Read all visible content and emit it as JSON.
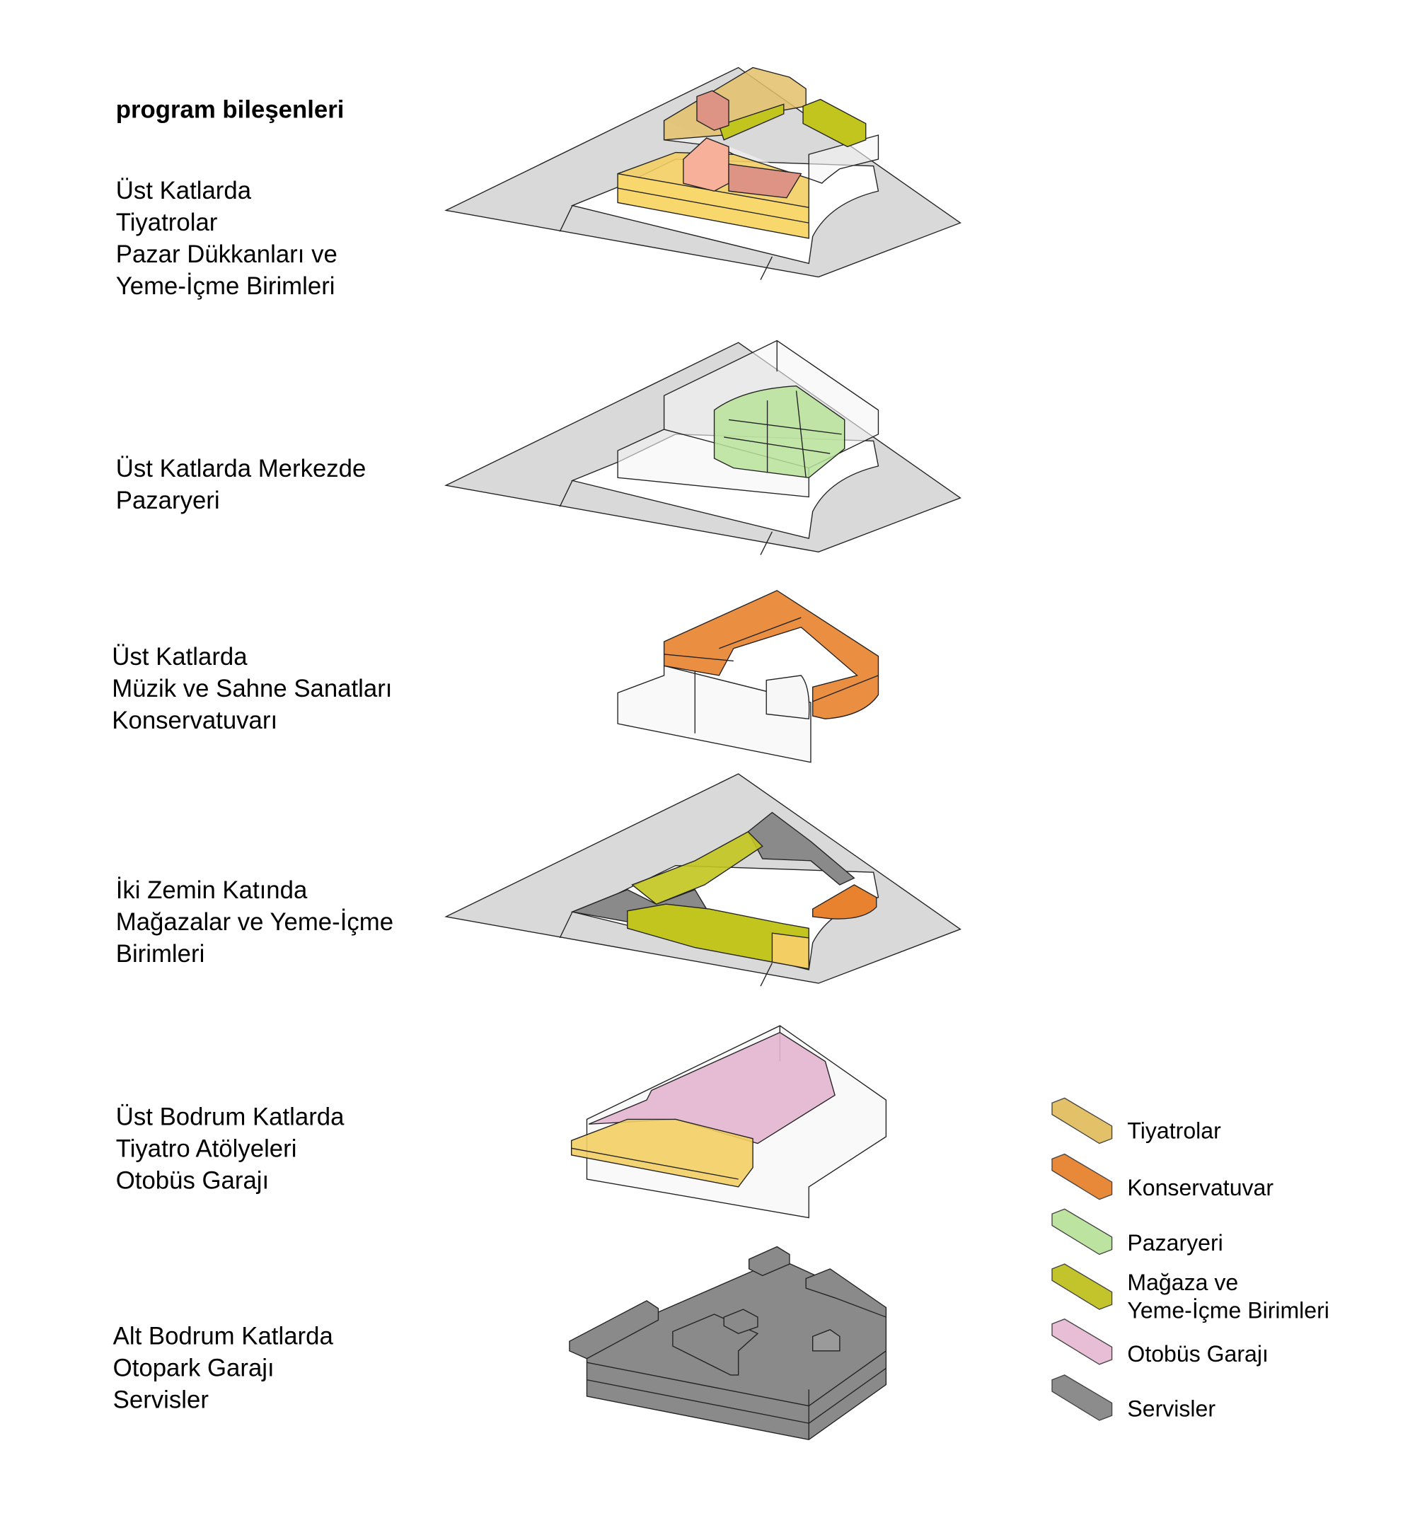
{
  "title": "program bileşenleri",
  "sections": [
    {
      "lines": [
        "Üst Katlarda",
        "Tiyatrolar",
        "Pazar Dükkanları ve",
        "Yeme-İçme Birimleri"
      ]
    },
    {
      "lines": [
        "Üst Katlarda Merkezde",
        "Pazaryeri"
      ]
    },
    {
      "lines": [
        "Üst Katlarda",
        "Müzik ve Sahne Sanatları",
        "Konservatuvarı"
      ]
    },
    {
      "lines": [
        "İki Zemin Katında",
        "Mağazalar ve Yeme-İçme",
        "Birimleri"
      ]
    },
    {
      "lines": [
        "Üst Bodrum Katlarda",
        "Tiyatro Atölyeleri",
        "Otobüs Garajı"
      ]
    },
    {
      "lines": [
        "Alt Bodrum Katlarda",
        "Otopark Garajı",
        "Servisler"
      ]
    }
  ],
  "legend": [
    {
      "lines": [
        "Tiyatrolar"
      ],
      "color": "#e3c168"
    },
    {
      "lines": [
        "Konservatuvar"
      ],
      "color": "#e8893a"
    },
    {
      "lines": [
        "Pazaryeri"
      ],
      "color": "#bde3a0"
    },
    {
      "lines": [
        "Mağaza ve",
        "Yeme-İçme Birimleri"
      ],
      "color": "#c3c42c"
    },
    {
      "lines": [
        "Otobüs Garajı"
      ],
      "color": "#e8bdd6"
    },
    {
      "lines": [
        "Servisler"
      ],
      "color": "#8c8c8c"
    }
  ],
  "colors": {
    "theatre_yellow": "#f3cf63",
    "theatre_pink": "#de9484",
    "conservatory": "#e8822e",
    "market": "#b7e39a",
    "shops": "#c2c51e",
    "bus_garage": "#e2b5cf",
    "services": "#8a8a8a",
    "site": "#d9d9d9"
  }
}
